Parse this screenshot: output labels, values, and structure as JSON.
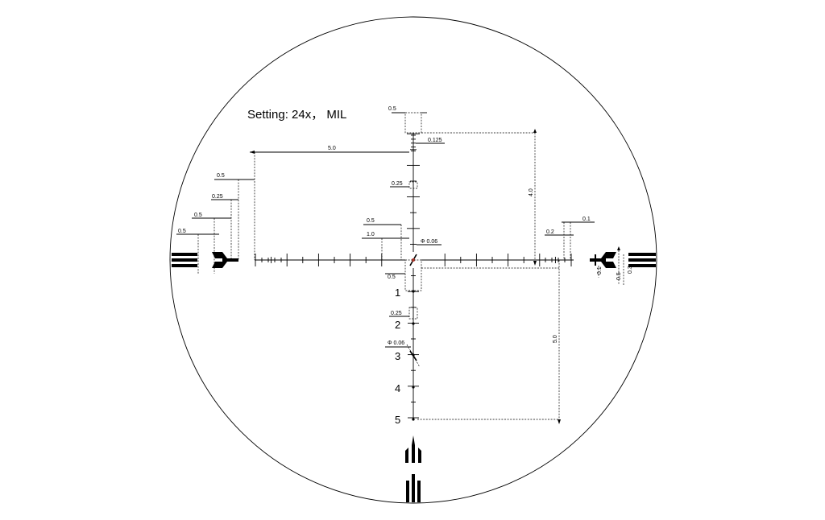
{
  "header": {
    "setting_text": "Setting: 24x， MIL"
  },
  "holdover_labels": [
    "1",
    "2",
    "3",
    "4",
    "5"
  ],
  "dimensions": {
    "top_box": "0.5",
    "upper_tick_spacing": "0.125",
    "span_horizontal": "5.0",
    "vertical_span": "4.0",
    "small_box_025": "0.25",
    "left_05_a": "0.5",
    "left_025": "0.25",
    "left_05_b": "0.5",
    "left_05_c": "0.5",
    "mid_05": "0.5",
    "mid_10": "1.0",
    "dot_diameter": "Φ 0.06",
    "right_02": "0.2",
    "right_01": "0.1",
    "center_box": "0.5",
    "lower_box": "0.25",
    "lower_dot_diameter": "Φ 0.06",
    "lower_vertical_span": "5.0",
    "post_01": "0.1",
    "post_05": "0.5",
    "post_03": "0.3"
  },
  "colors": {
    "ink": "#000000",
    "center_dot": "#c0392b",
    "background": "#ffffff"
  }
}
